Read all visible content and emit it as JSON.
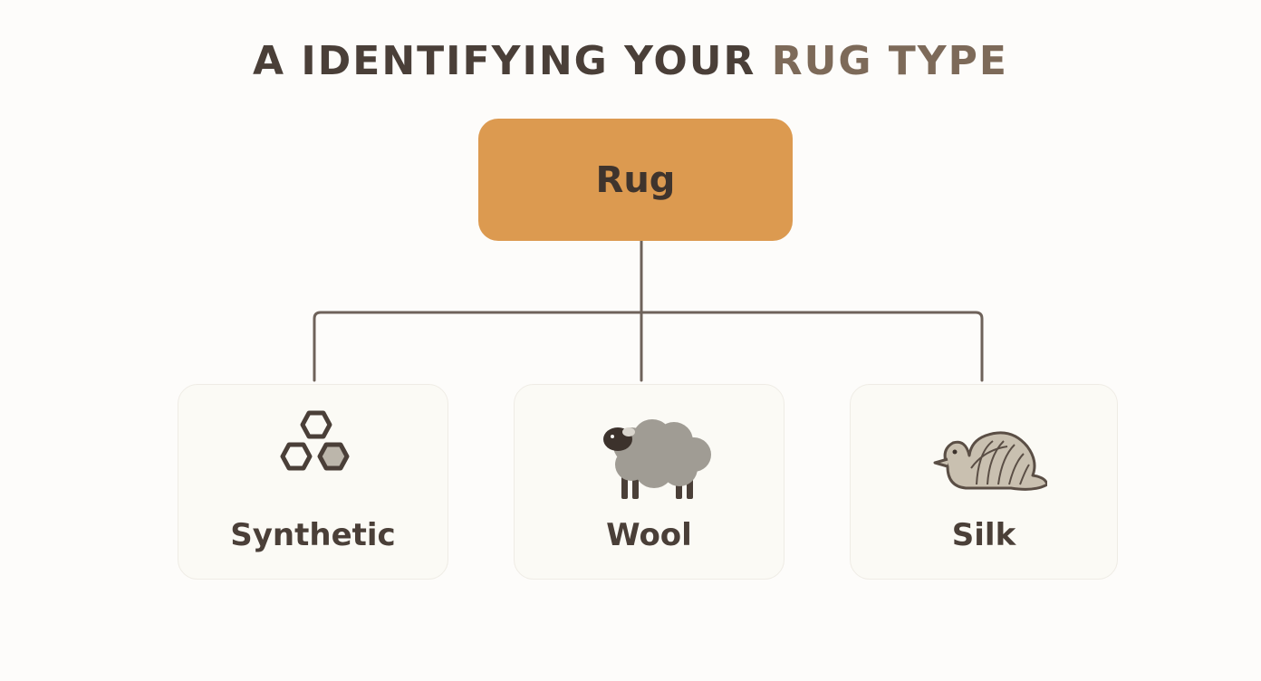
{
  "title": {
    "prefix": "A IDENTIFYING YOUR",
    "accent": "RUG TYPE"
  },
  "root": {
    "label": "Rug"
  },
  "types": [
    {
      "label": "Synthetic",
      "icon": "hexagon-molecule-icon"
    },
    {
      "label": "Wool",
      "icon": "sheep-icon"
    },
    {
      "label": "Silk",
      "icon": "silkworm-icon"
    }
  ],
  "colors": {
    "root_fill": "#dc9a50",
    "text": "#4a3f38",
    "title_accent": "#7d6a59",
    "connector": "#6e625a",
    "card_fill": "#fbfaf5"
  }
}
